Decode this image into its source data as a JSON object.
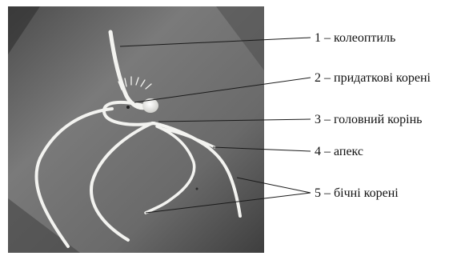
{
  "labels": [
    {
      "text": "1 – колеоптиль"
    },
    {
      "text": "2 – придаткові корені"
    },
    {
      "text": "3 – головний корінь"
    },
    {
      "text": "4 – апекс"
    },
    {
      "text": "5 – бічні корені"
    }
  ],
  "colors": {
    "photo_background": "#6e6e6e",
    "root": "#f3f3f0",
    "leader_line": "#1a1a1a",
    "label_text": "#111111"
  }
}
